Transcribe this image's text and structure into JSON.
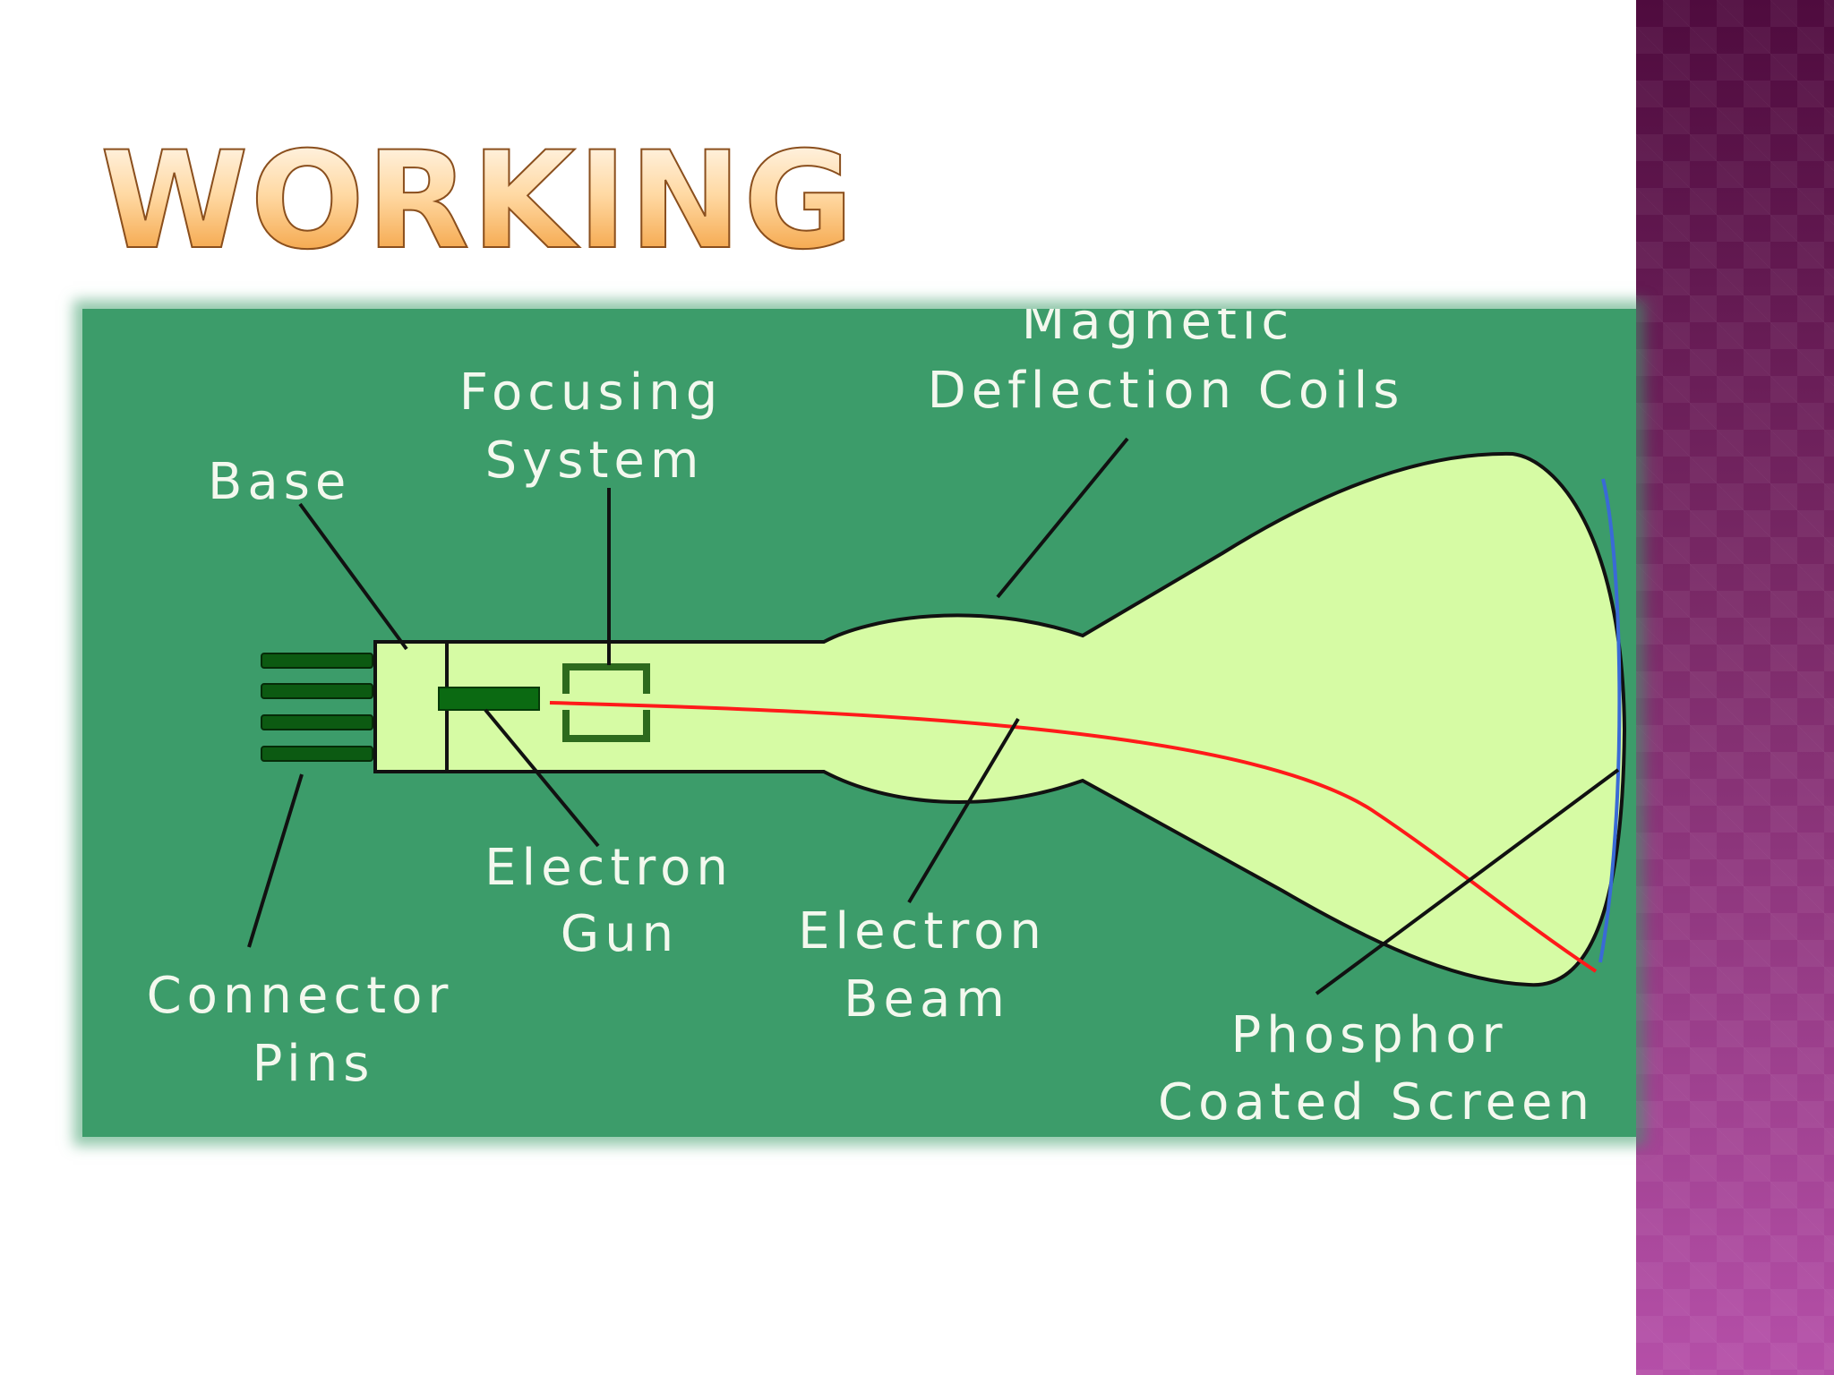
{
  "slide": {
    "title": "WORKING",
    "colors": {
      "diagram_background": "#3c9c6a",
      "tube_fill": "#d6fba4",
      "beam": "#ff1a1a",
      "screen_edge": "#3a6ad6",
      "side_panel": "#7b2a68"
    }
  },
  "diagram": {
    "labels": {
      "base": "Base",
      "focusing_line1": "Focusing",
      "focusing_line2": "System",
      "magnetic_line1": "Magnetic",
      "magnetic_line2": "Deflection Coils",
      "electron_gun_line1": "Electron",
      "electron_gun_line2": "Gun",
      "electron_beam_line1": "Electron",
      "electron_beam_line2": "Beam",
      "connector_line1": "Connector",
      "connector_line2": "Pins",
      "phosphor_line1": "Phosphor",
      "phosphor_line2": "Coated Screen"
    }
  }
}
